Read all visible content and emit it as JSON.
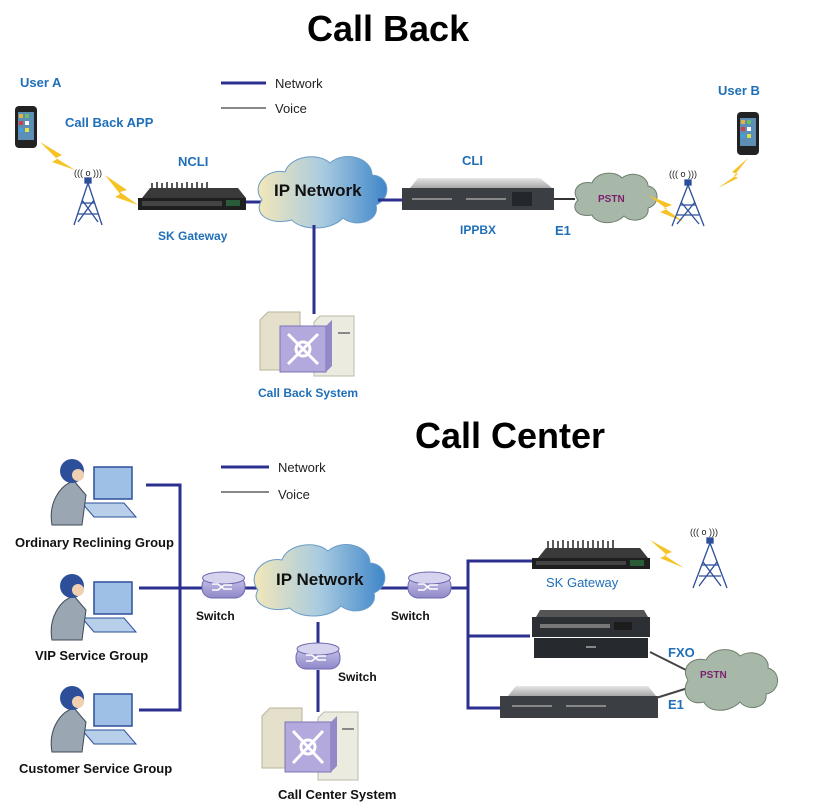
{
  "colors": {
    "network_line": "#2b2f8f",
    "voice_line": "#777777",
    "label_blue": "#1f6fb8",
    "pstn_text": "#7a1f6e"
  },
  "call_back": {
    "title": "Call Back",
    "legend": {
      "network": "Network",
      "voice": "Voice"
    },
    "user_a": "User A",
    "app": "Call Back APP",
    "ncli": "NCLI",
    "gateway": "SK Gateway",
    "cloud": "IP Network",
    "cli": "CLI",
    "ippbx": "IPPBX",
    "e1": "E1",
    "pstn": "PSTN",
    "user_b": "User B",
    "system": "Call Back System"
  },
  "call_center": {
    "title": "Call Center",
    "legend": {
      "network": "Network",
      "voice": "Voice"
    },
    "groups": [
      "Ordinary Reclining Group",
      "VIP Service Group",
      "Customer Service Group"
    ],
    "switch_left": "Switch",
    "switch_right": "Switch",
    "switch_bottom": "Switch",
    "cloud": "IP Network",
    "gateway": "SK Gateway",
    "fxo": "FXO",
    "e1": "E1",
    "pstn": "PSTN",
    "system": "Call Center System"
  }
}
